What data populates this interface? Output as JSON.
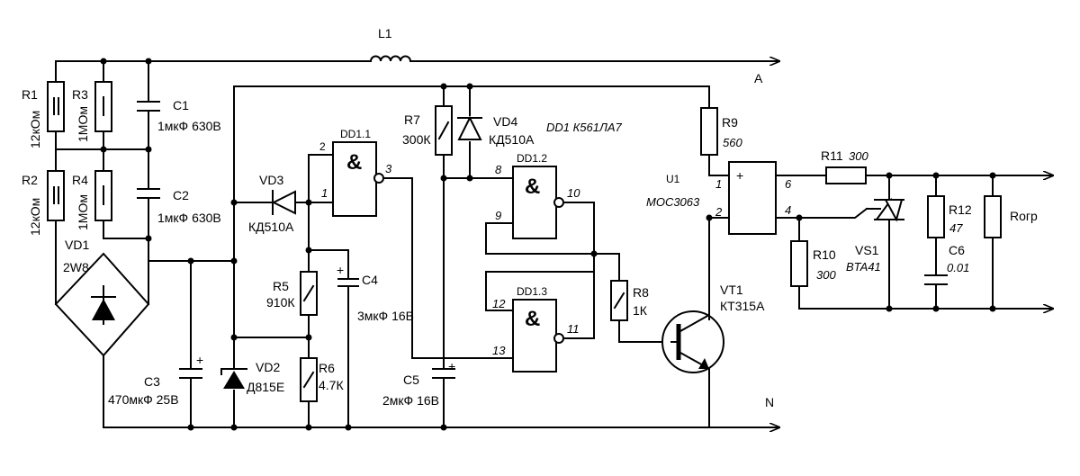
{
  "nets": {
    "line": "A",
    "neutral": "N"
  },
  "inductor": {
    "ref": "L1"
  },
  "resistors": {
    "r1": {
      "ref": "R1",
      "value": "12кОм"
    },
    "r2": {
      "ref": "R2",
      "value": "12кОм"
    },
    "r3": {
      "ref": "R3",
      "value": "1МОм"
    },
    "r4": {
      "ref": "R4",
      "value": "1МОм"
    },
    "r5": {
      "ref": "R5",
      "value": "910К"
    },
    "r6": {
      "ref": "R6",
      "value": "4.7К"
    },
    "r7": {
      "ref": "R7",
      "value": "300К"
    },
    "r8": {
      "ref": "R8",
      "value": "1К"
    },
    "r9": {
      "ref": "R9",
      "value": "560"
    },
    "r10": {
      "ref": "R10",
      "value": "300"
    },
    "r11": {
      "ref": "R11",
      "value": "300"
    },
    "r12": {
      "ref": "R12",
      "value": "47"
    },
    "load": {
      "ref": "Rогр"
    }
  },
  "capacitors": {
    "c1": {
      "ref": "C1",
      "value": "1мкФ 630В"
    },
    "c2": {
      "ref": "C2",
      "value": "1мкФ 630В"
    },
    "c3": {
      "ref": "C3",
      "value": "470мкФ 25В",
      "polarity": "+"
    },
    "c4": {
      "ref": "C4",
      "value": "3мкФ 16В",
      "polarity": "+"
    },
    "c5": {
      "ref": "C5",
      "value": "2мкФ 16В",
      "polarity": "+"
    },
    "c6": {
      "ref": "C6",
      "value": "0.01"
    }
  },
  "diodes": {
    "vd1": {
      "ref": "VD1",
      "value": "2W8"
    },
    "vd2": {
      "ref": "VD2",
      "value": "Д815Е"
    },
    "vd3": {
      "ref": "VD3",
      "value": "КД510А"
    },
    "vd4": {
      "ref": "VD4",
      "value": "КД510А"
    }
  },
  "logic": {
    "chip_note": "DD1 К561ЛА7",
    "gate_symbol": "&",
    "dd11": {
      "ref": "DD1.1",
      "pins": [
        "2",
        "1",
        "3"
      ]
    },
    "dd12": {
      "ref": "DD1.2",
      "pins": [
        "8",
        "9",
        "10"
      ]
    },
    "dd13": {
      "ref": "DD1.3",
      "pins": [
        "12",
        "13",
        "11"
      ]
    }
  },
  "optocoupler": {
    "ref": "U1",
    "value": "MOC3063",
    "pins": [
      "1",
      "2",
      "6",
      "4"
    ],
    "plus_mark": "+"
  },
  "triac": {
    "ref": "VS1",
    "value": "BTA41"
  },
  "transistor": {
    "ref": "VT1",
    "value": "КТ315А"
  }
}
